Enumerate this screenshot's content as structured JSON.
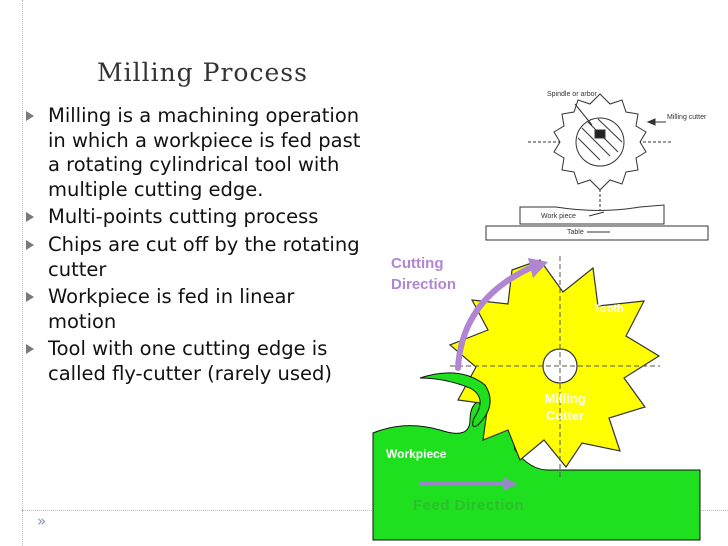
{
  "slide": {
    "title": "Milling  Process",
    "bullets": [
      "Milling is a machining operation in which a workpiece is fed past a rotating cylindrical tool with multiple cutting edge.",
      "Multi-points cutting process",
      "Chips are cut off by the rotating cutter",
      "Workpiece is fed in linear motion",
      "Tool with one cutting edge is called fly-cutter (rarely used)"
    ]
  },
  "diagram_top": {
    "spindle_label": "Spindle or arbor",
    "cutter_label": "Milling cutter",
    "workpiece_label": "Work piece",
    "table_label": "Table"
  },
  "diagram_main": {
    "cutting_direction_label": "Cutting Direction",
    "tooth_label": "Tooth",
    "milling_cutter_label": "Milling Cutter",
    "workpiece_label": "Workpiece",
    "feed_direction_label": "Feed  Direction"
  },
  "colors": {
    "cutter_fill": "#ffff00",
    "workpiece_fill": "#1ee01e",
    "arrow_purple": "#b185d1",
    "feed_arrow": "#9a86cc",
    "bullet_gray": "#7a7a7a"
  },
  "icons": {
    "bullet": "triangle-right",
    "nav": "double-chevron-right"
  }
}
